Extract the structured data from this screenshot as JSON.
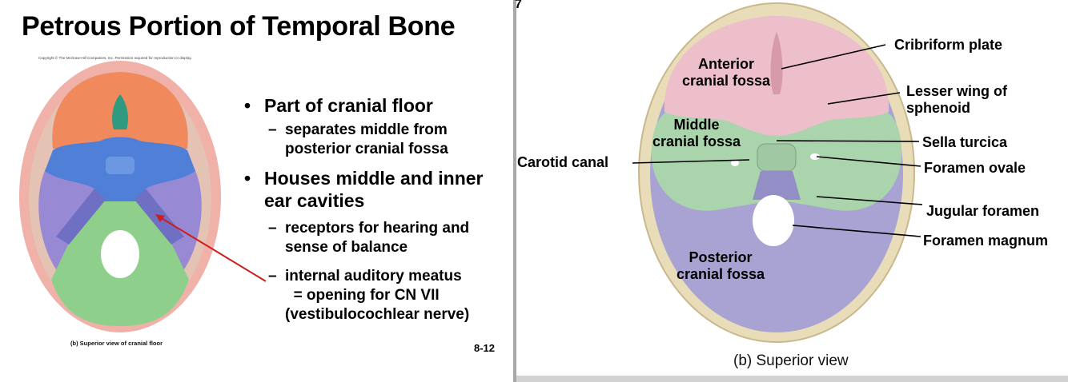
{
  "left_slide": {
    "title": "Petrous Portion of Temporal Bone",
    "copyright": "Copyright © The McGraw-Hill Companies, Inc. Permission required for reproduction or display.",
    "figure_caption": "(b) Superior view of cranial floor",
    "slide_number": "8-12",
    "bullets": [
      {
        "text": "Part of cranial floor",
        "subs": [
          "separates middle from posterior cranial fossa"
        ]
      },
      {
        "text": "Houses middle and inner ear cavities",
        "subs": [
          "receptors for hearing and sense of balance",
          "internal auditory meatus = opening for CN VII (vestibulocochlear nerve)"
        ]
      }
    ],
    "lines": {
      "b1": "Part of cranial floor",
      "s1": "separates middle from",
      "s1b": "posterior cranial fossa",
      "b2": "Houses middle and inner",
      "b2b": "ear cavities",
      "s2": "receptors for hearing and",
      "s2b": "sense of balance",
      "s3": "internal auditory meatus",
      "s3b": "= opening for CN VII",
      "s3c": "(vestibulocochlear nerve)"
    },
    "colors": {
      "frontal": "#f08a5c",
      "sphenoid": "#4f7fd6",
      "temporal": "#9889d4",
      "occipital": "#8fcf8c",
      "pointer": "#cc1f1f"
    }
  },
  "right_slide": {
    "edge_mark": "7",
    "caption": "(b) Superior view",
    "labels": {
      "anterior_1": "Anterior",
      "anterior_2": "cranial fossa",
      "middle_1": "Middle",
      "middle_2": "cranial fossa",
      "posterior_1": "Posterior",
      "posterior_2": "cranial fossa",
      "carotid": "Carotid canal",
      "cribriform": "Cribriform plate",
      "lesser_wing_1": "Lesser wing of",
      "lesser_wing_2": "sphenoid",
      "sella": "Sella turcica",
      "ovale": "Foramen ovale",
      "jugular": "Jugular foramen",
      "magnum": "Foramen magnum"
    },
    "colors": {
      "anterior": "#ecbfca",
      "middle": "#a9d4ac",
      "posterior": "#a8a3d3",
      "bone_rim": "#e9dcb8"
    }
  }
}
